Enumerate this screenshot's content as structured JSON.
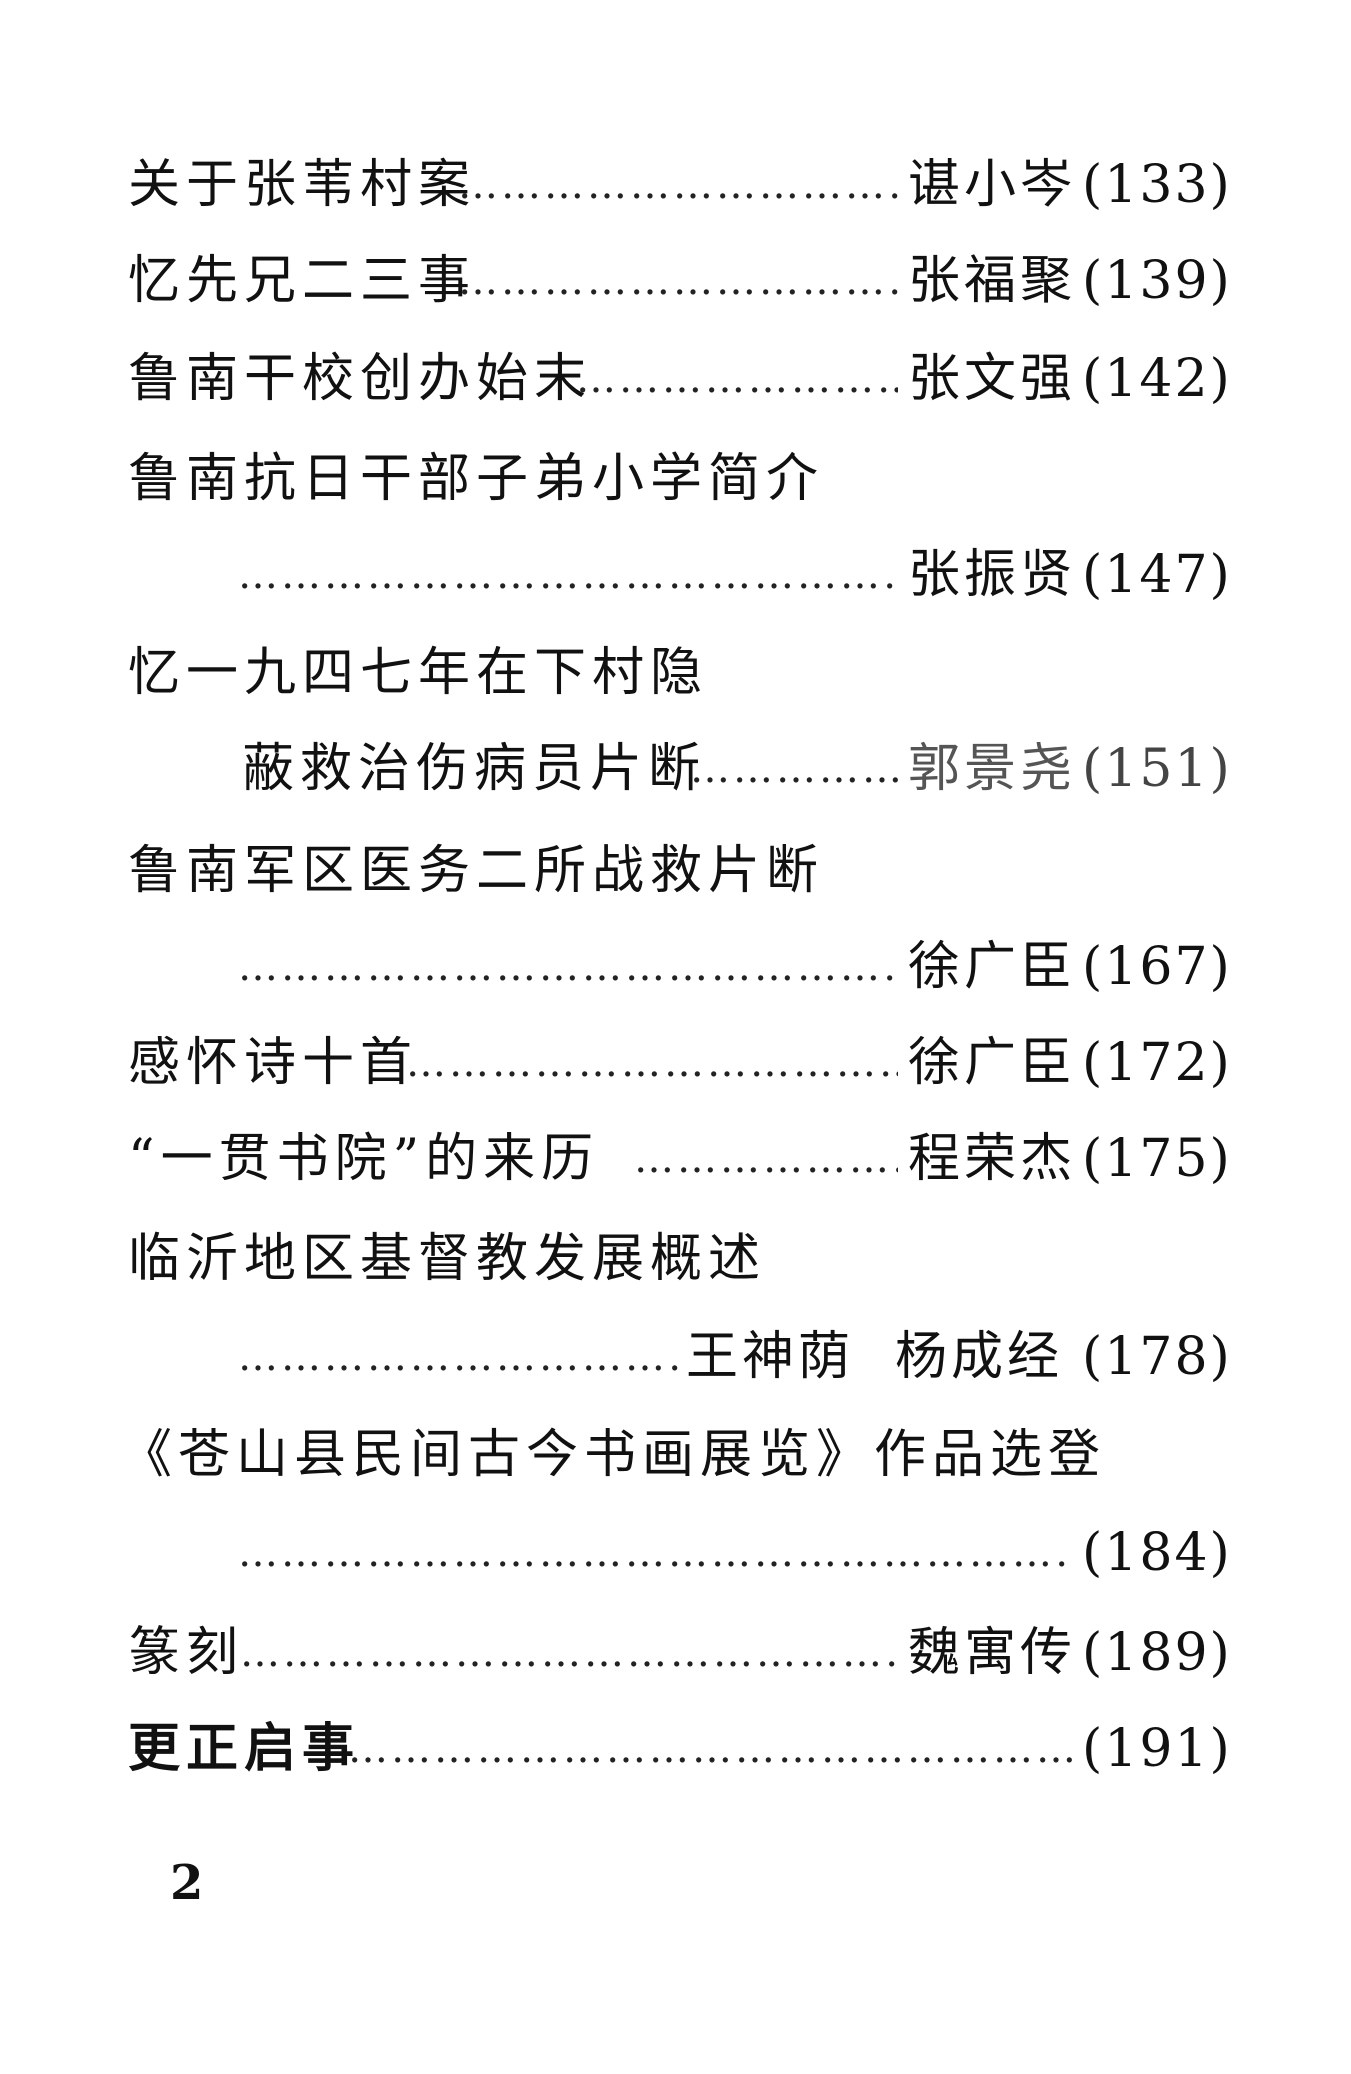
{
  "entries": [
    {
      "title": "关于张苇村案",
      "dots": "………………………………",
      "author": "谌小岑",
      "page": "(133)"
    },
    {
      "title": "忆先兄二三事",
      "dots": "………………………………",
      "author": "张福聚",
      "page": "(139)"
    },
    {
      "title": "鲁南干校创办始末",
      "dots": "……………………………",
      "author": "张文强",
      "page": "(142)"
    },
    {
      "title": "鲁南抗日干部子弟小学简介",
      "dots": "……………………………………………",
      "author": "张振贤",
      "page": "(147)"
    },
    {
      "title": "忆一九四七年在下村隐",
      "title2": "蔽救治伤病员片断",
      "dots": "………………",
      "author": "郭景尧",
      "page": "(151)"
    },
    {
      "title": "鲁南军区医务二所战救片断",
      "dots": "……………………………………………",
      "author": "徐广臣",
      "page": "(167)"
    },
    {
      "title": "感怀诗十首",
      "dots": "……………………………………",
      "author": "徐广臣",
      "page": "(172)"
    },
    {
      "title": "“一贯书院”的来历",
      "dots": "………………………",
      "author": "程荣杰",
      "page": "(175)"
    },
    {
      "title": "临沂地区基督教发展概述",
      "dots": "………………………………",
      "author": "王神荫  杨成经",
      "page": "(178)"
    },
    {
      "title": "《苍山县民间古今书画展览》作品选登",
      "dots": "…………………………………………………………",
      "author": "",
      "page": "(184)"
    },
    {
      "title": "篆刻",
      "dots": "………………………………………………",
      "author": "魏寓传",
      "page": "(189)"
    },
    {
      "title": "更正启事",
      "dots": "……………………………………………………………",
      "author": "",
      "page": "(191)"
    }
  ],
  "page_number": "2"
}
